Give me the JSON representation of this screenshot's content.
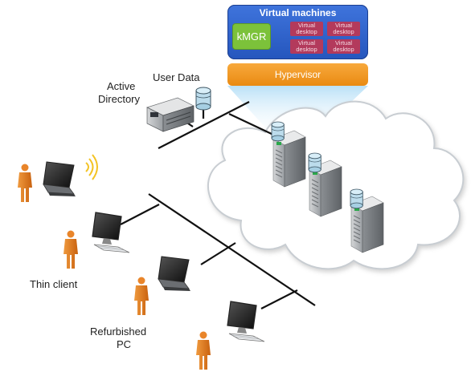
{
  "virtual_machines": {
    "title": "Virtual machines",
    "manager_label": "kMGR",
    "desktops": [
      "Virtual desktop",
      "Virtual desktop",
      "Virtual desktop",
      "Virtual desktop"
    ]
  },
  "hypervisor_label": "Hypervisor",
  "labels": {
    "user_data": "User Data",
    "active_directory_line1": "Active",
    "active_directory_line2": "Directory",
    "thin_client": "Thin client",
    "refurbished_line1": "Refurbished",
    "refurbished_line2": "PC"
  },
  "colors": {
    "vm_panel": "#2f62cc",
    "kmgr": "#7cc23a",
    "virtual_desktop": "#b33a5c",
    "hypervisor": "#f29a22",
    "person": "#e07a1f",
    "cloud_beam": "#bfe3f8"
  }
}
